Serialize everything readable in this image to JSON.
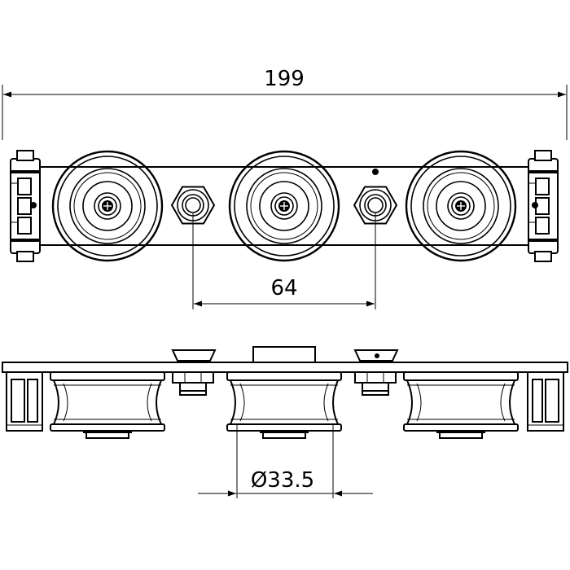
{
  "drawing": {
    "dimensions": {
      "overall_length": "199",
      "axle_spacing": "64",
      "wheel_diameter": "Ø33.5"
    }
  }
}
